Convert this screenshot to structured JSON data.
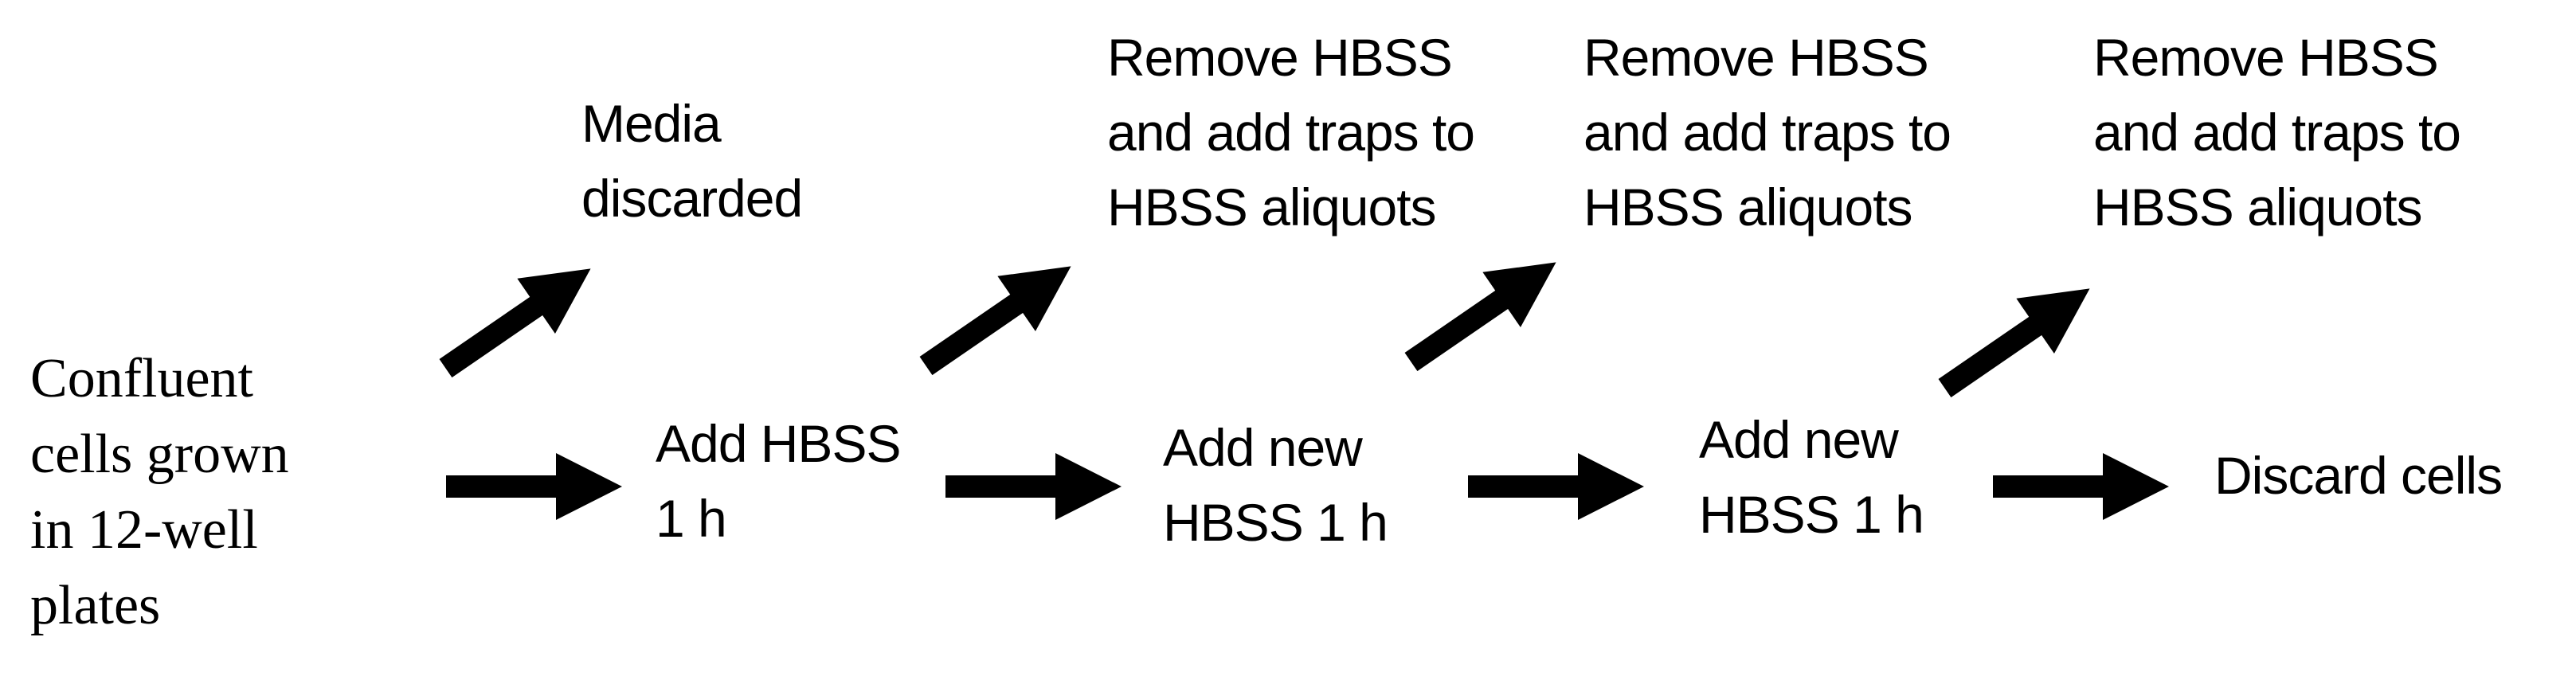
{
  "diagram": {
    "background_color": "#ffffff",
    "arrow_color": "#000000",
    "text_color": "#000000",
    "start": {
      "text": "Confluent\ncells grown\nin 12-well\nplates"
    },
    "top_labels": [
      {
        "text": "Media\ndiscarded"
      },
      {
        "text": "Remove HBSS\nand add traps to\nHBSS aliquots"
      },
      {
        "text": "Remove HBSS\nand add traps to\nHBSS aliquots"
      },
      {
        "text": "Remove HBSS\nand add traps to\nHBSS aliquots"
      }
    ],
    "main_steps": [
      {
        "text": "Add HBSS\n1 h"
      },
      {
        "text": "Add new\nHBSS 1 h"
      },
      {
        "text": "Add new\nHBSS 1 h"
      },
      {
        "text": "Discard cells"
      }
    ]
  }
}
